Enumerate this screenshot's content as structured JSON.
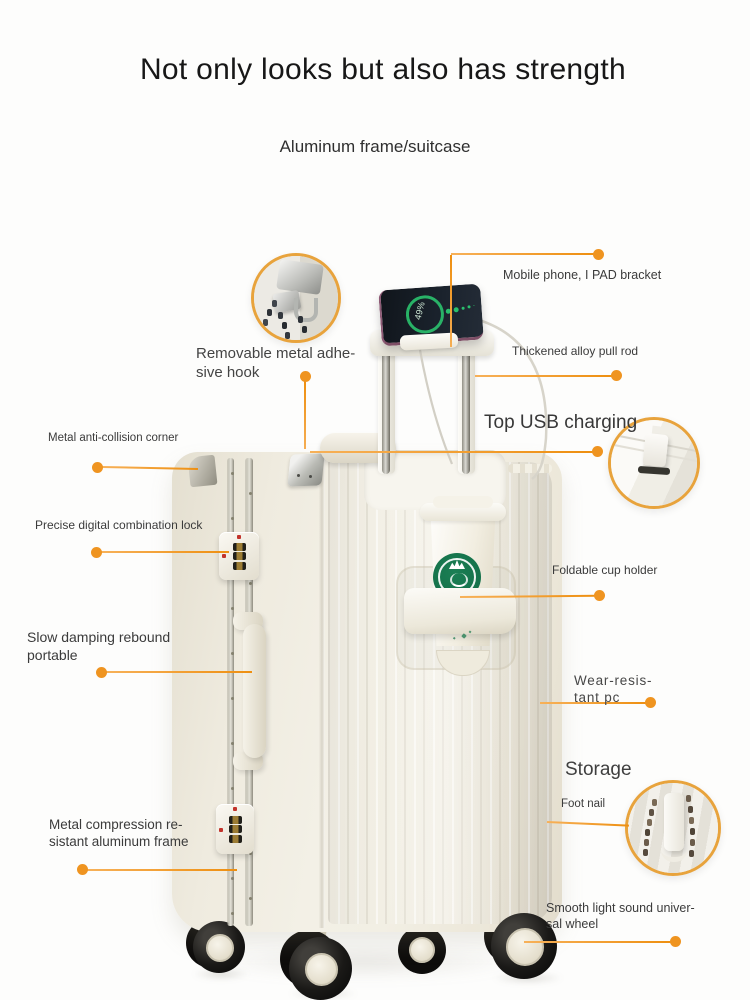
{
  "page": {
    "title": "Not only looks but also has strength",
    "subtitle": "Aluminum frame/suitcase"
  },
  "colors": {
    "accent_orange": "#EF9420",
    "callout_line": "#F2A137",
    "suitcase_cream": "#EFEBDF",
    "aluminum_gray": "#B7B4A8",
    "starbucks_green": "#17724B",
    "battery_green": "#2ABF6D",
    "text_dark": "#3B3B3B"
  },
  "phone": {
    "battery_percent": "49%"
  },
  "callouts": {
    "mobile_bracket": "Mobile phone, I PAD bracket",
    "removable_hook_line1": "Removable metal adhe-",
    "removable_hook_line2": "sive hook",
    "pull_rod": "Thickened alloy pull rod",
    "top_usb": "Top USB charging",
    "anti_collision": "Metal anti-collision corner",
    "combination_lock": "Precise digital combination lock",
    "cup_holder": "Foldable cup holder",
    "damping_line1": "Slow damping rebound",
    "damping_line2": "portable",
    "wear_resistant_line1": "Wear-resis-",
    "wear_resistant_line2": "tant pc",
    "storage": "Storage",
    "foot_nail": "Foot nail",
    "alu_frame_line1": "Metal compression re-",
    "alu_frame_line2": "sistant aluminum frame",
    "wheel_line1": "Smooth light sound univer-",
    "wheel_line2": "sal wheel"
  }
}
